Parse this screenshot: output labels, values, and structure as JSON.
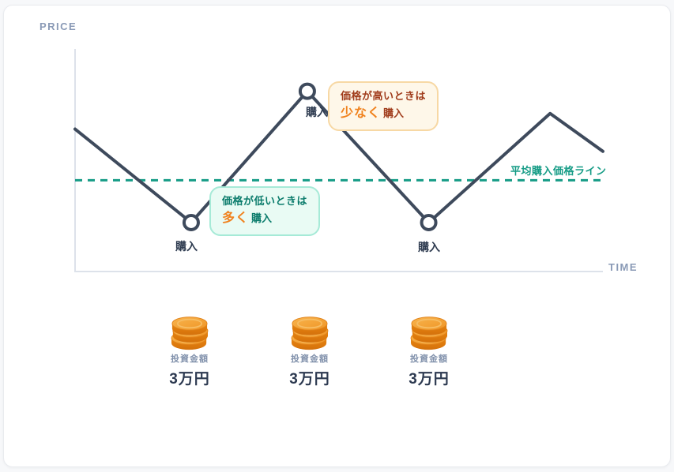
{
  "axes": {
    "y_label": "PRICE",
    "x_label": "TIME"
  },
  "chart_data": {
    "type": "line",
    "title": "",
    "xlabel": "TIME",
    "ylabel": "PRICE",
    "x": [
      0,
      22,
      44,
      67,
      90,
      100
    ],
    "y": [
      64,
      22,
      81,
      22,
      71,
      54
    ],
    "ylim": [
      0,
      100
    ],
    "xlim": [
      0,
      100
    ],
    "grid": false,
    "line_color": "#3e4a5c",
    "average_line": {
      "value": 41,
      "label": "平均購入価格ライン",
      "color": "#169c86",
      "style": "dashed"
    },
    "markers": [
      {
        "x": 22,
        "y": 22,
        "label": "購入",
        "type": "buy-low"
      },
      {
        "x": 44,
        "y": 81,
        "label": "購入",
        "type": "buy-high"
      },
      {
        "x": 67,
        "y": 22,
        "label": "購入",
        "type": "buy-low"
      }
    ]
  },
  "callouts": {
    "high": {
      "line1": "価格が高いときは",
      "emphasis": "少なく",
      "suffix": "購入"
    },
    "low": {
      "line1": "価格が低いときは",
      "emphasis": "多く",
      "suffix": "購入"
    }
  },
  "investments": {
    "items": [
      {
        "caption": "投資金額",
        "amount": "3万円",
        "icon": "coin-stack"
      },
      {
        "caption": "投資金額",
        "amount": "3万円",
        "icon": "coin-stack"
      },
      {
        "caption": "投資金額",
        "amount": "3万円",
        "icon": "coin-stack"
      }
    ]
  },
  "colors": {
    "price_line": "#3e4a5c",
    "average_line": "#169c86",
    "axis": "#dde2ea",
    "axis_label": "#8a9ab6",
    "buy_label": "#2e3b50",
    "callout_high_bg": "#fef7e9",
    "callout_high_border": "#f7d8a4",
    "callout_high_text": "#a03c1c",
    "callout_low_bg": "#e9fbf4",
    "callout_low_border": "#a6ead7",
    "callout_low_text": "#0b7c6c",
    "emphasis_orange": "#f0821e",
    "coin_gold": "#f2a237",
    "amount_text": "#2c3950"
  }
}
